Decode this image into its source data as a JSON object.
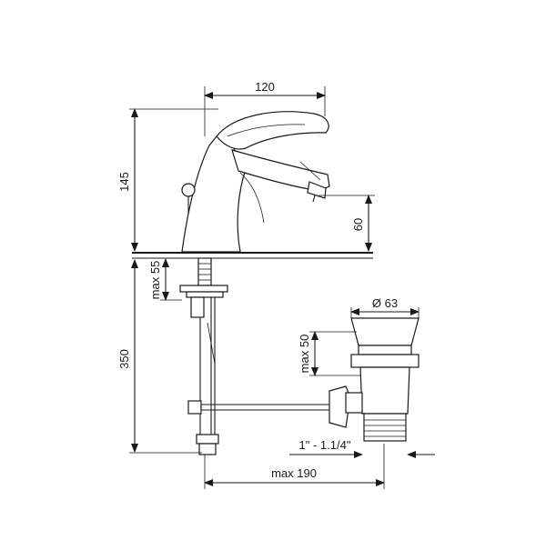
{
  "dimensions": {
    "spout_reach": "120",
    "faucet_height": "145",
    "spout_height": "60",
    "max_counter_thickness": "max 55",
    "below_counter_length": "350",
    "drain_diameter": "Ø 63",
    "drain_max_height": "max 50",
    "thread_size": "1\" - 1.1/4\"",
    "max_distance": "max 190"
  },
  "colors": {
    "ink": "#1a1a1a",
    "background": "#ffffff"
  }
}
